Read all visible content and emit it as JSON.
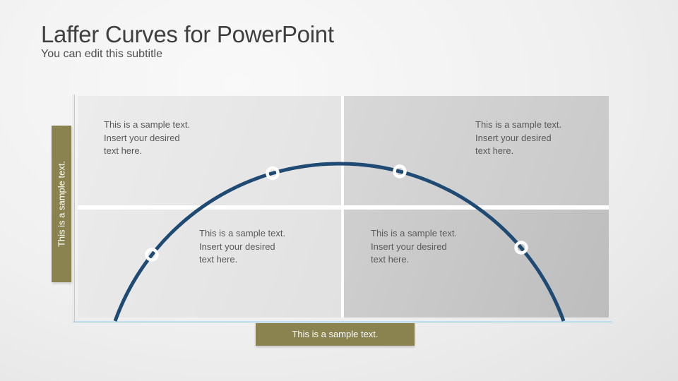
{
  "slide": {
    "title": "Laffer Curves for PowerPoint",
    "subtitle": "You can edit this subtitle"
  },
  "quadrant_texts": {
    "top_left": "This is a sample text.\nInsert your desired\ntext here.",
    "top_right": "This is a sample text.\nInsert your desired\ntext here.",
    "bottom_left": "This is a sample text.\nInsert your desired\ntext here.",
    "bottom_right": "This is a sample text.\nInsert your desired\ntext here."
  },
  "axis_labels": {
    "y_axis": "This is a sample text.",
    "x_axis": "This is a sample text."
  },
  "diagram": {
    "type": "laffer-curve",
    "marker_count": 4,
    "quadrant_count": 4
  },
  "colors": {
    "curve_navy": "#1f4a73",
    "marker_white": "#ffffff",
    "axis_blue": "#a9cfe9",
    "label_olive": "#8a8350",
    "quadrant_light": "#e8e8e8",
    "quadrant_mid": "#d0d0d0",
    "quadrant_dark": "#c6c6c6",
    "title_text": "#3f3f3f",
    "body_text": "#595959"
  }
}
